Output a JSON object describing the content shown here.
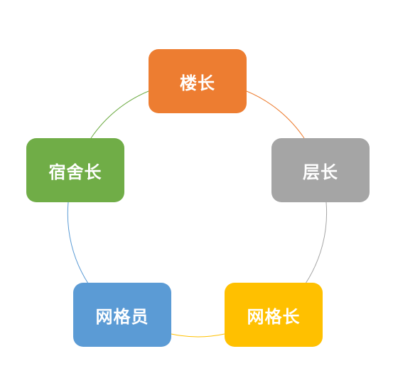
{
  "nodes": [
    {
      "label": "楼长",
      "color": "#ED7D31"
    },
    {
      "label": "层长",
      "color": "#A5A5A5"
    },
    {
      "label": "网格长",
      "color": "#FFC000"
    },
    {
      "label": "网格员",
      "color": "#5B9BD5"
    },
    {
      "label": "宿舍长",
      "color": "#70AD47"
    }
  ]
}
